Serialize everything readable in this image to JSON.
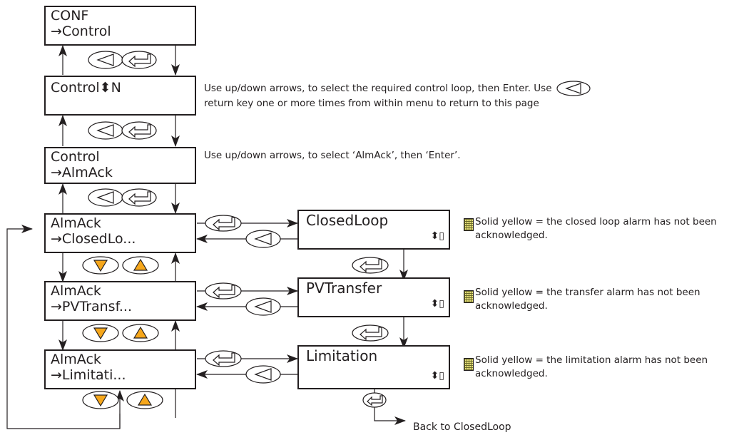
{
  "screens": {
    "conf": {
      "line1": "CONF",
      "line2": "→Control"
    },
    "control_n": {
      "line1": "Control⬍N",
      "line2": ""
    },
    "control_almack": {
      "line1": "Control",
      "line2": "→AlmAck"
    },
    "almack_closed": {
      "line1": "AlmAck",
      "line2": "→ClosedLo..."
    },
    "almack_pv": {
      "line1": "AlmAck",
      "line2": "→PVTransf..."
    },
    "almack_lim": {
      "line1": "AlmAck",
      "line2": "→Limitati..."
    },
    "closedloop": {
      "title": "ClosedLoop",
      "indicator": "⬍▯"
    },
    "pvtransfer": {
      "title": "PVTransfer",
      "indicator": "⬍▯"
    },
    "limitation": {
      "title": "Limitation",
      "indicator": "⬍▯"
    }
  },
  "notes": {
    "select_loop_a": "Use up/down arrows, to select the required control loop, then Enter.  Use",
    "select_loop_b": "return key one or more times from within menu to return to this page",
    "select_almack": "Use up/down arrows, to select ‘AlmAck’, then ‘Enter’.",
    "closed_a": "Solid yellow = the closed loop alarm has not been",
    "closed_b": "acknowledged.",
    "transfer_a": "Solid yellow = the transfer alarm has not been",
    "transfer_b": "acknowledged.",
    "limit_a": "Solid yellow = the limitation alarm has not been",
    "limit_b": "acknowledged.",
    "back": "Back to ClosedLoop"
  },
  "colors": {
    "line": "#231f20",
    "button_fill": "#ffffff",
    "arrow_key_fill": "#f6a71b",
    "swatch": "#e8e27a"
  },
  "icons": {
    "return": "return-key-icon",
    "enter": "enter-key-icon",
    "up": "up-arrow-key-icon",
    "down": "down-arrow-key-icon"
  }
}
